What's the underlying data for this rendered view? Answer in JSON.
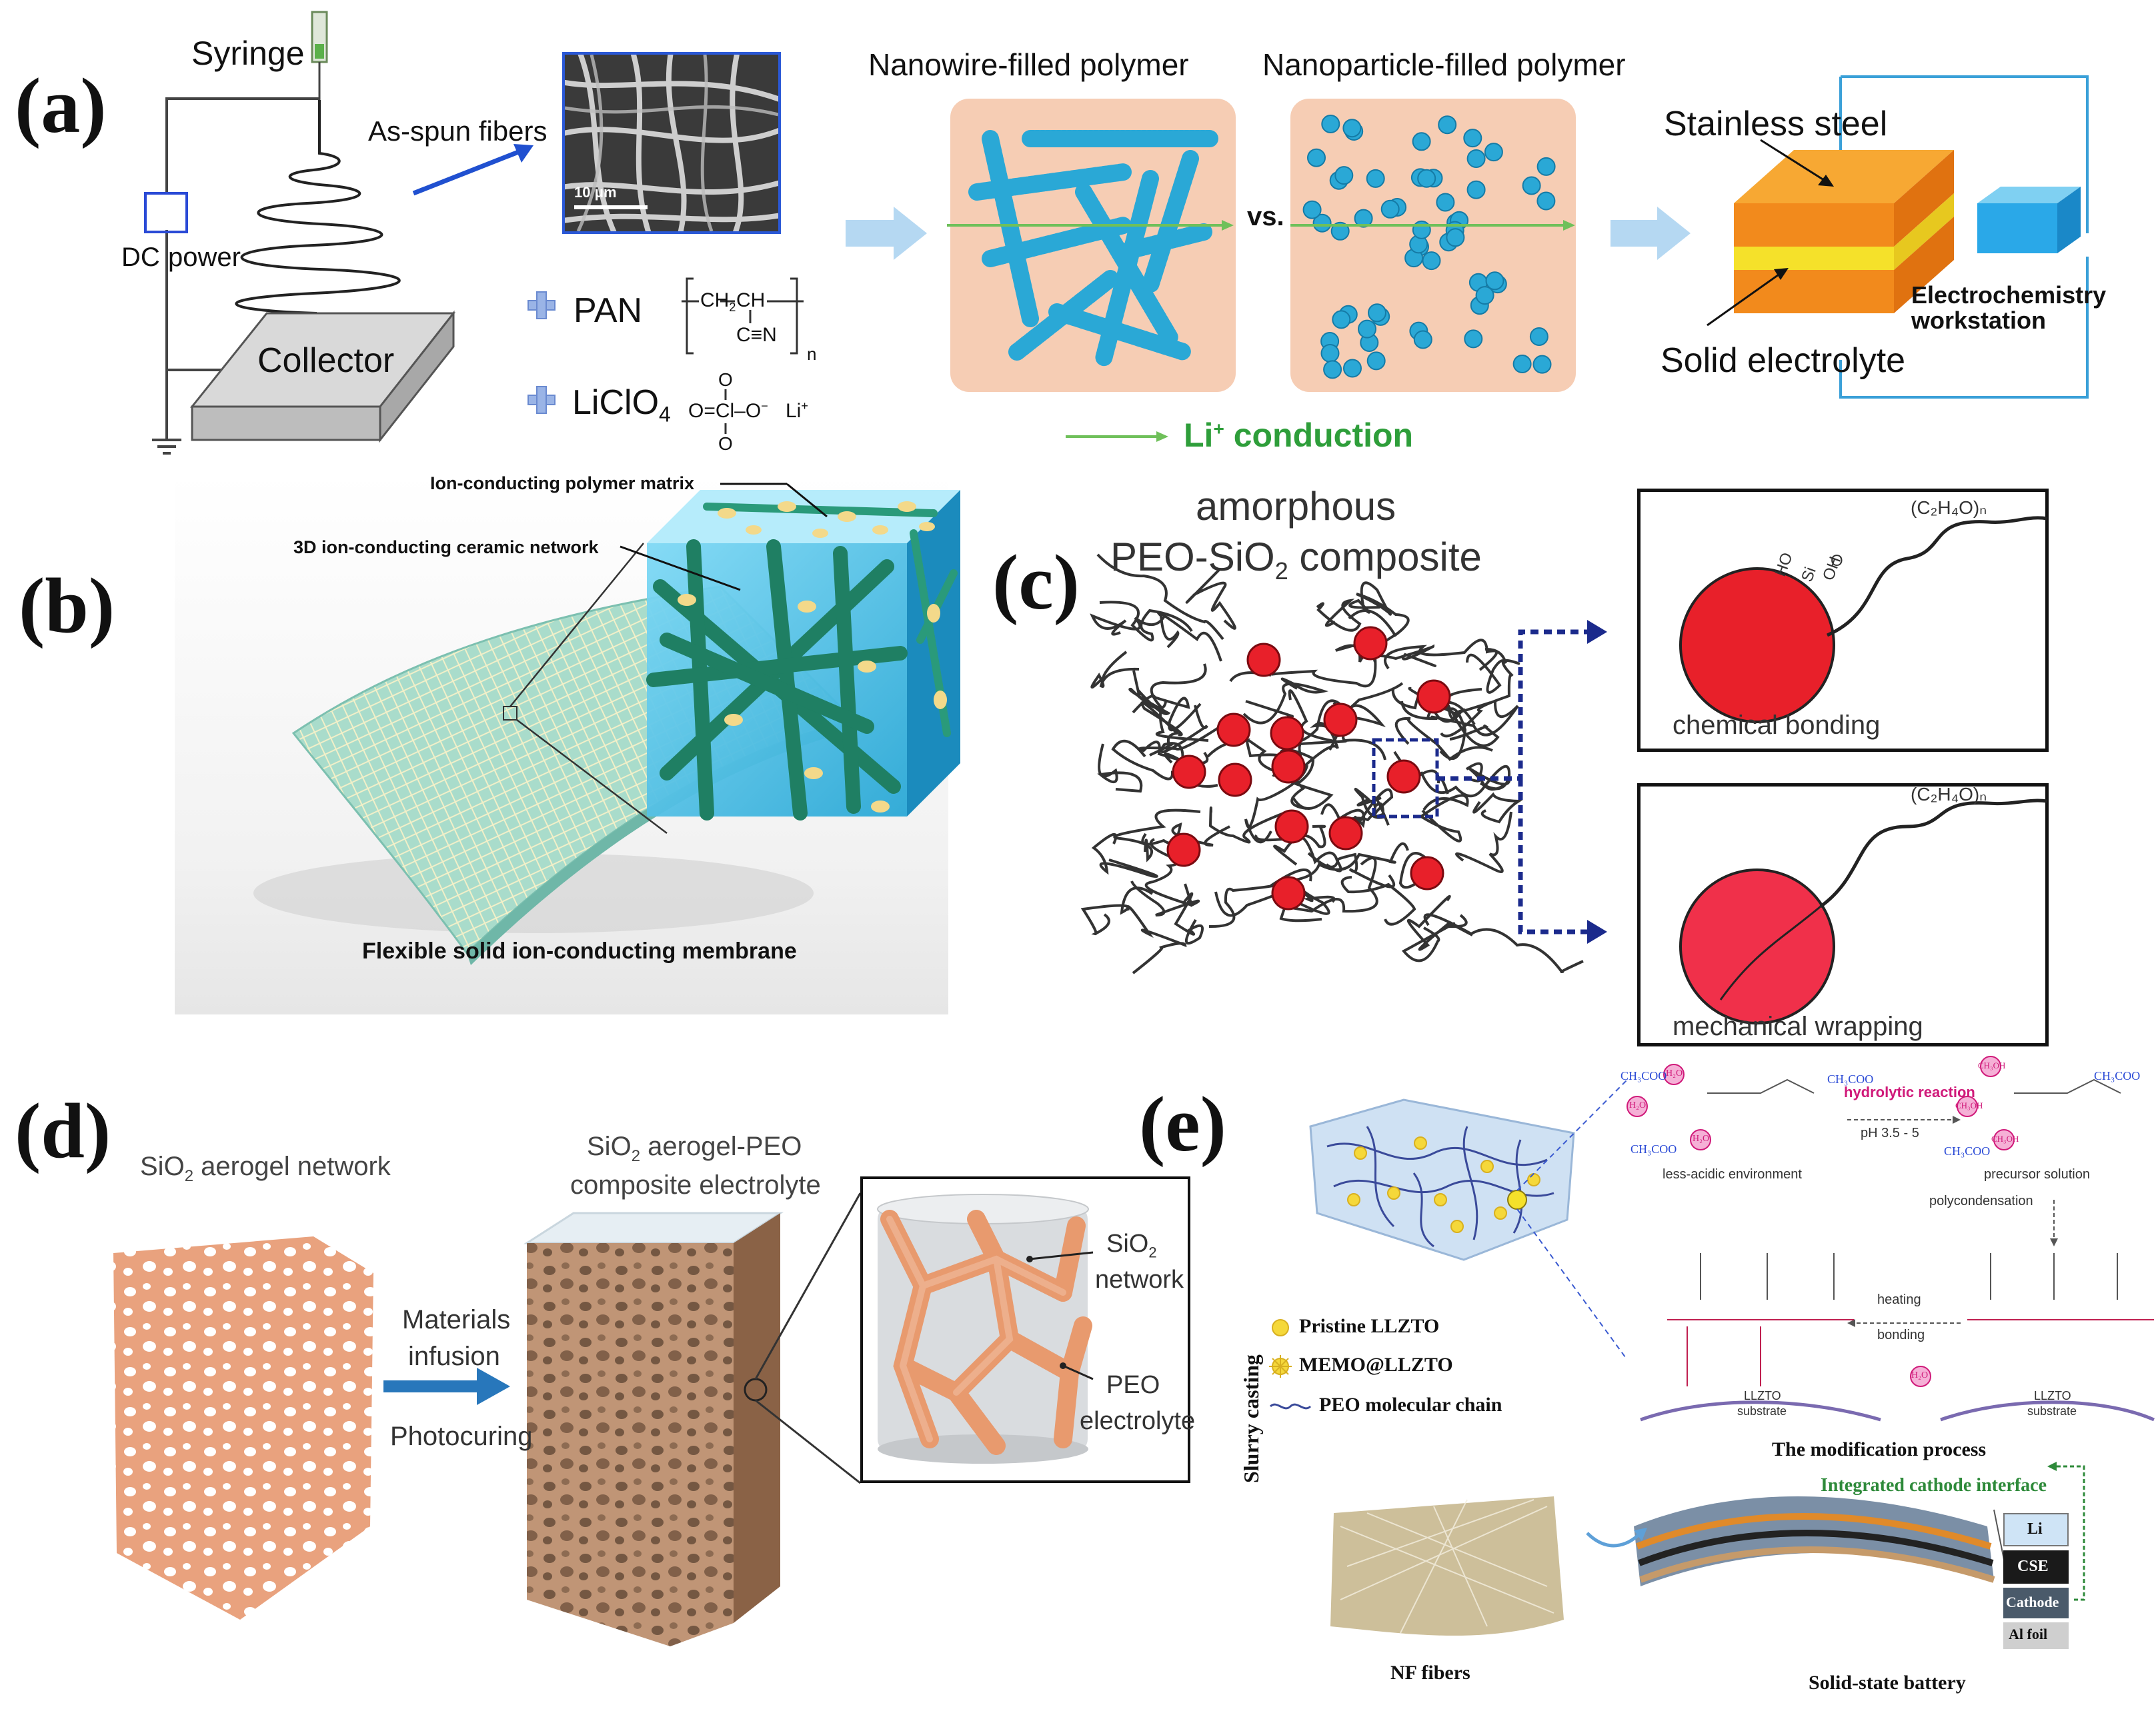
{
  "panels": {
    "a": {
      "label": "(a)",
      "syringe": "Syringe",
      "as_spun": "As-spun fibers",
      "dc": "DC",
      "power": "power",
      "collector": "Collector",
      "scale_bar": "10 μm",
      "pan": "PAN",
      "pan_ch2": "CH",
      "pan_ch2_sub": "2",
      "pan_ch": "CH",
      "pan_cn": "C≡N",
      "pan_n": "n",
      "liclo4": "LiClO",
      "liclo4_sub": "4",
      "o_top": "O",
      "o_left": "O=Cl–O",
      "o_minus": "−",
      "li_plus": "Li",
      "li_plus_sup": "+",
      "o_bottom": "O",
      "nanowire": "Nanowire-filled polymer",
      "nanoparticle": "Nanoparticle-filled polymer",
      "vs": "vs.",
      "li_conduction_li": "Li",
      "li_conduction_sup": "+",
      "li_conduction_text": " conduction",
      "stainless": "Stainless steel",
      "solid_electrolyte": "Solid electrolyte",
      "electrochem1": "Electrochemistry",
      "electrochem2": "workstation"
    },
    "b": {
      "label": "(b)",
      "matrix": "Ion-conducting polymer matrix",
      "network": "3D ion-conducting ceramic network",
      "membrane": "Flexible solid ion-conducting membrane"
    },
    "c": {
      "label": "(c)",
      "amorphous": "amorphous",
      "composite": "PEO-SiO",
      "composite_sub": "2",
      "composite_end": " composite",
      "chemical": "chemical bonding",
      "mechanical": "mechanical wrapping",
      "ho": "HO",
      "si": "Si",
      "oh": "OH",
      "o": "O",
      "formula": "(C₂H₄O)ₙ"
    },
    "d": {
      "label": "(d)",
      "aerogel": "SiO",
      "aerogel_sub": "2",
      "aerogel_end": " aerogel network",
      "composite1": "SiO",
      "composite1_sub": "2",
      "composite1_end": " aerogel-PEO",
      "composite2": "composite electrolyte",
      "materials": "Materials",
      "infusion": "infusion",
      "photocuring": "Photocuring",
      "sio2_net": "SiO",
      "sio2_net_sub": "2",
      "network": "network",
      "peo": "PEO",
      "electrolyte": "electrolyte"
    },
    "e": {
      "label": "(e)",
      "hydrolytic": "hydrolytic reaction",
      "ph": "pH 3.5 - 5",
      "less_acidic": "less-acidic environment",
      "precursor": "precursor solution",
      "polycondensation": "polycondensation",
      "heating": "heating",
      "bonding": "bonding",
      "llzto_substrate": "LLZTO",
      "substrate": "substrate",
      "pristine": "Pristine LLZTO",
      "memo": "MEMO@LLZTO",
      "peo_chain": "PEO molecular chain",
      "slurry": "Slurry casting",
      "modification": "The modification process",
      "integrated": "Integrated cathode interface",
      "li": "Li",
      "cse": "CSE",
      "cathode": "Cathode",
      "al": "Al foil",
      "nf": "NF fibers",
      "battery": "Solid-state battery",
      "ch3coo": "CH₃COO",
      "h2o": "H₂O",
      "ch3oh": "CH₃OH"
    }
  },
  "colors": {
    "accent_green": "#2e9e3a",
    "cyan": "#2aa8d6",
    "orange": "#f28a1c",
    "yellow": "#f5e12a",
    "red": "#e8202a",
    "pink_bg": "#f6cdb4",
    "navy": "#1b2a8c",
    "magenta": "#d01a7a"
  }
}
